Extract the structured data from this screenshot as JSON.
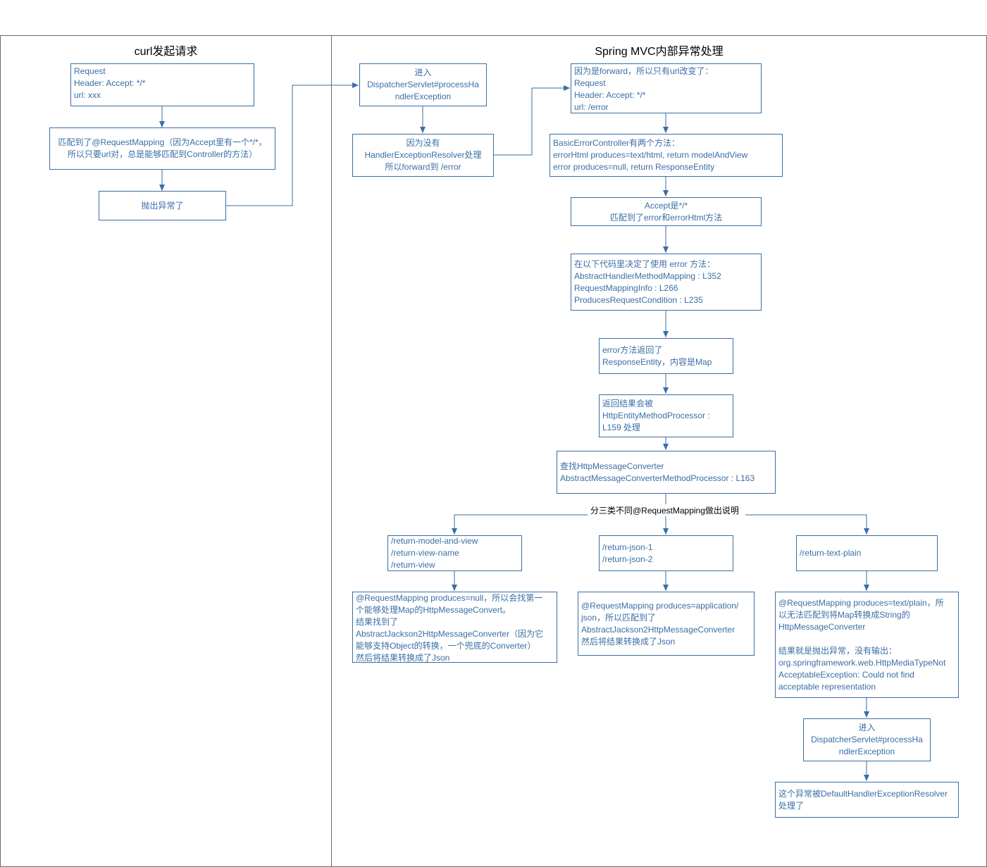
{
  "lanes": {
    "left_title": "curl发起请求",
    "right_title": "Spring MVC内部异常处理"
  },
  "nodes": {
    "req": "Request\nHeader: Accept: */*\nurl: xxx",
    "match": "匹配到了@RequestMapping（因为Accept里有一个*/*，\n所以只要url对，总是能够匹配到Controller的方法）",
    "throw": "抛出异常了",
    "dispatcher1": "进入\nDispatcherServlet#processHa\nndlerException",
    "noresolver": "因为没有\nHandlerExceptionResolver处理\n所以forward到 /error",
    "forward": "因为是forward，所以只有url改变了：\nRequest\nHeader: Accept: */*\nurl: /error",
    "basic": "BasicErrorController有两个方法：\nerrorHtml produces=text/html, return modelAndView\nerror produces=null, return ResponseEntity",
    "accept": "Accept是*/*\n匹配到了error和errorHtml方法",
    "decide": "在以下代码里决定了使用 error 方法：\nAbstractHandlerMethodMapping : L352\nRequestMappingInfo : L266\nProducesRequestCondition : L235",
    "errorret": "error方法返回了\nResponseEntity，内容是Map",
    "handled": "返回结果会被\nHttpEntityMethodProcessor :\nL159 处理",
    "findconv": "查找HttpMessageConverter\nAbstractMessageConverterMethodProcessor : L163",
    "mav": "/return-model-and-view\n/return-view-name\n/return-view",
    "json": "/return-json-1\n/return-json-2",
    "text": "/return-text-plain",
    "mav_detail": "@RequestMapping produces=null，所以会找第一\n个能够处理Map的HttpMessageConvert。\n结果找到了\nAbstractJackson2HttpMessageConverter（因为它\n能够支持Object的转换，一个兜底的Converter）\n然后将结果转换成了Json",
    "json_detail": "@RequestMapping produces=application/\njson，所以匹配到了\nAbstractJackson2HttpMessageConverter\n然后将结果转换成了Json",
    "text_detail": "@RequestMapping produces=text/plain，所\n以无法匹配到将Map转换成String的\nHttpMessageConverter\n\n结果就是抛出异常，没有输出：\norg.springframework.web.HttpMediaTypeNot\nAcceptableException: Could not find\nacceptable representation",
    "dispatcher2": "进入\nDispatcherServlet#processHa\nndlerException",
    "default_resolver": "这个异常被DefaultHandlerExceptionResolver\n处理了"
  },
  "edge_labels": {
    "split": "分三类不同@RequestMapping做出说明"
  },
  "colors": {
    "node_border": "#3a6ea5",
    "node_text": "#3a6ea5",
    "edge": "#3a6ea5",
    "lane_border": "#6b6b6b"
  }
}
